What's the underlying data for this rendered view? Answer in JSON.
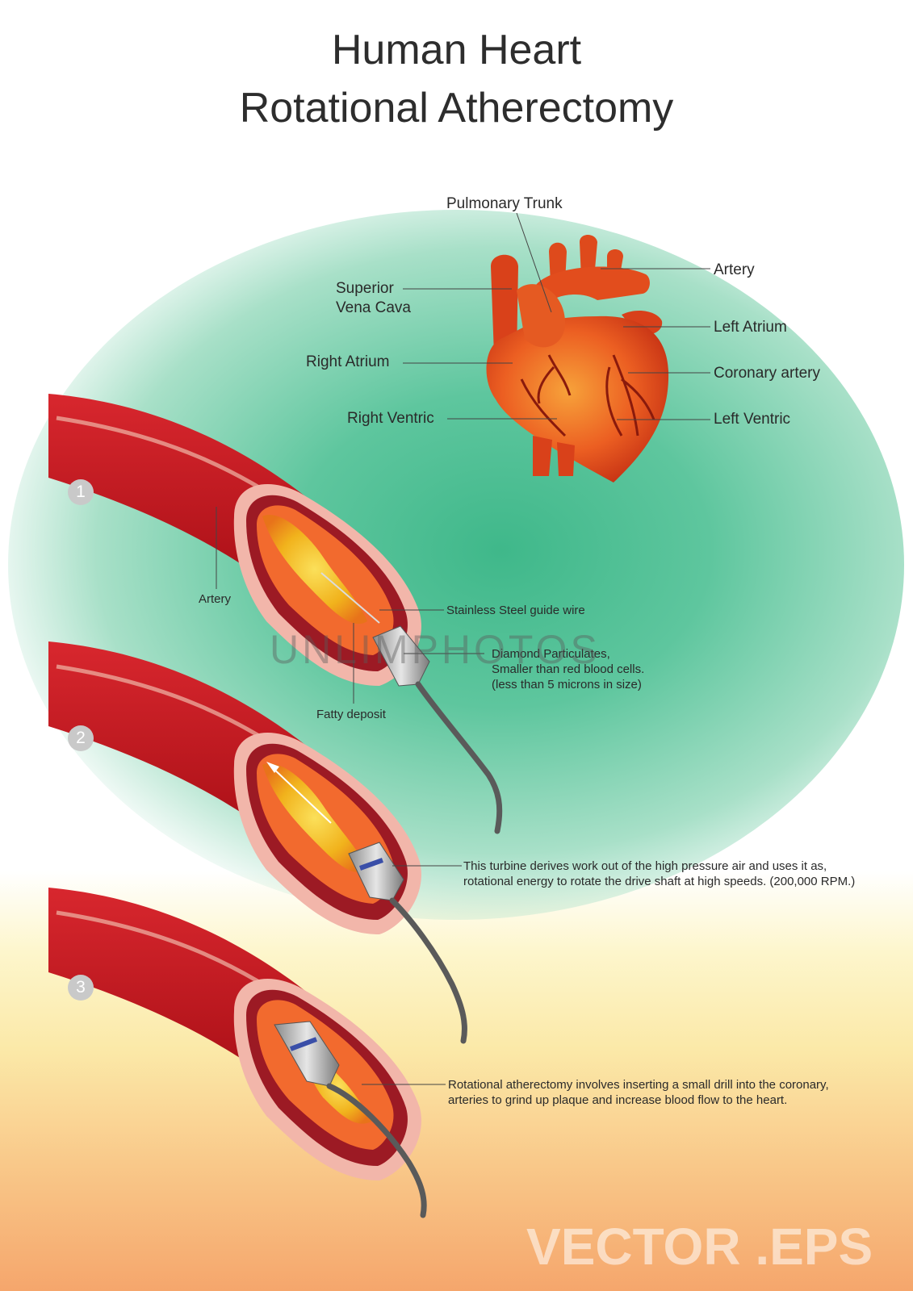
{
  "title": {
    "line1": "Human Heart",
    "line2": "Rotational Atherectomy"
  },
  "heart_labels": {
    "pulmonary_trunk": "Pulmonary Trunk",
    "superior_vena_cava_1": "Superior",
    "superior_vena_cava_2": "Vena Cava",
    "right_atrium": "Right Atrium",
    "right_ventric": "Right Ventric",
    "artery": "Artery",
    "left_atrium": "Left Atrium",
    "coronary_artery": "Coronary artery",
    "left_ventric": "Left Ventric"
  },
  "steps": [
    "1",
    "2",
    "3"
  ],
  "procedure_labels": {
    "artery": "Artery",
    "fatty_deposit": "Fatty deposit",
    "guide_wire": "Stainless Steel guide wire",
    "diamond_1": "Diamond Particulates,",
    "diamond_2": "Smaller than red blood cells.",
    "diamond_3": "(less than 5 microns in size)",
    "turbine_1": "This turbine derives work out of the high pressure air and uses it as,",
    "turbine_2": "rotational energy to rotate the drive shaft at high speeds. (200,000 RPM.)",
    "rotational_1": "Rotational atherectomy involves inserting a small drill into the coronary,",
    "rotational_2": "arteries to grind up plaque and increase blood flow to the heart."
  },
  "watermark": "UNLIMPHOTOS",
  "footer_badge": "VECTOR  .EPS",
  "colors": {
    "artery_red": "#b3141b",
    "heart_orange": "#e8541f",
    "plaque_yellow": "#f0c020",
    "background_green": "#4cbf93",
    "cable_gray": "#555555"
  }
}
